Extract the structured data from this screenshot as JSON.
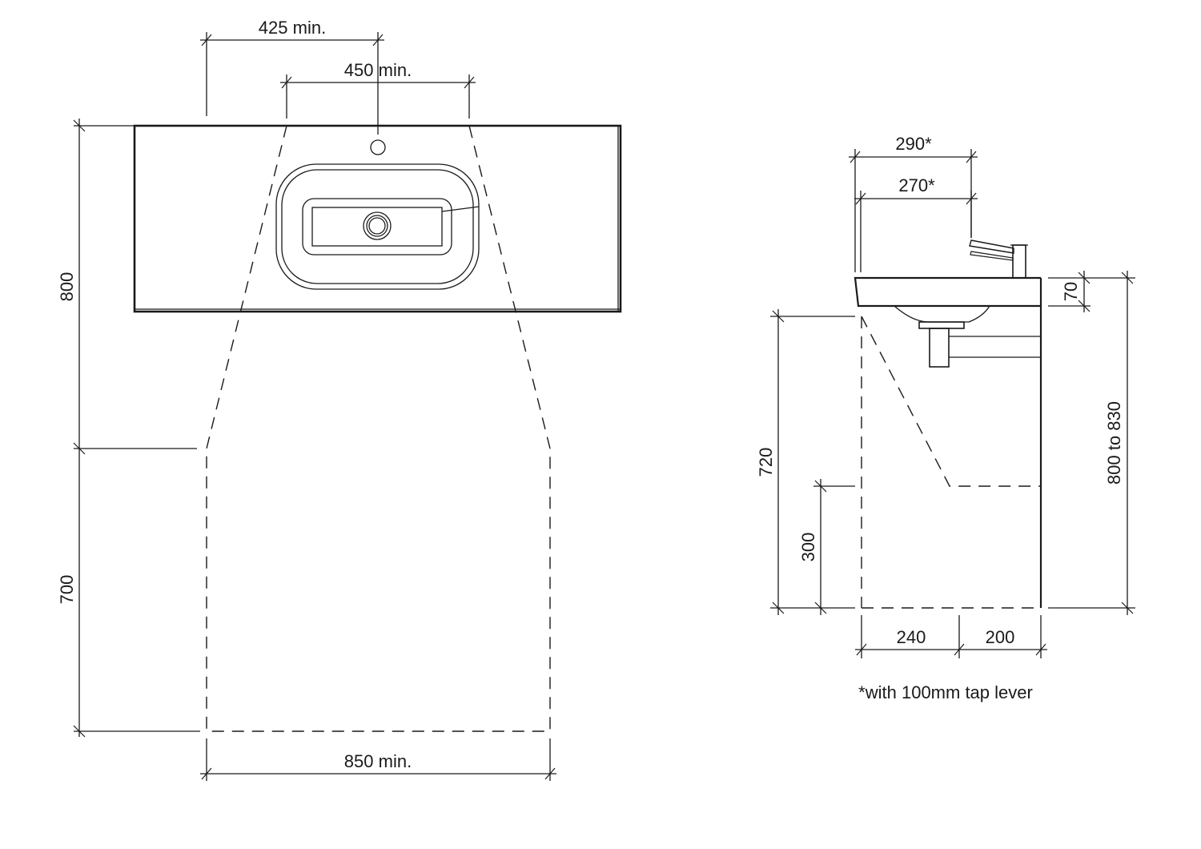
{
  "plan_view": {
    "dim_top_outer": "425 min.",
    "dim_top_inner": "450 min.",
    "dim_left_upper": "800",
    "dim_left_lower": "700",
    "dim_bottom": "850 min."
  },
  "side_view": {
    "dim_top_outer": "290*",
    "dim_top_inner": "270*",
    "dim_rim": "70",
    "dim_right_height": "800 to 830",
    "dim_knee": "720",
    "dim_toe": "300",
    "dim_bottom_left": "240",
    "dim_bottom_right": "200"
  },
  "footnote": "*with 100mm tap lever"
}
